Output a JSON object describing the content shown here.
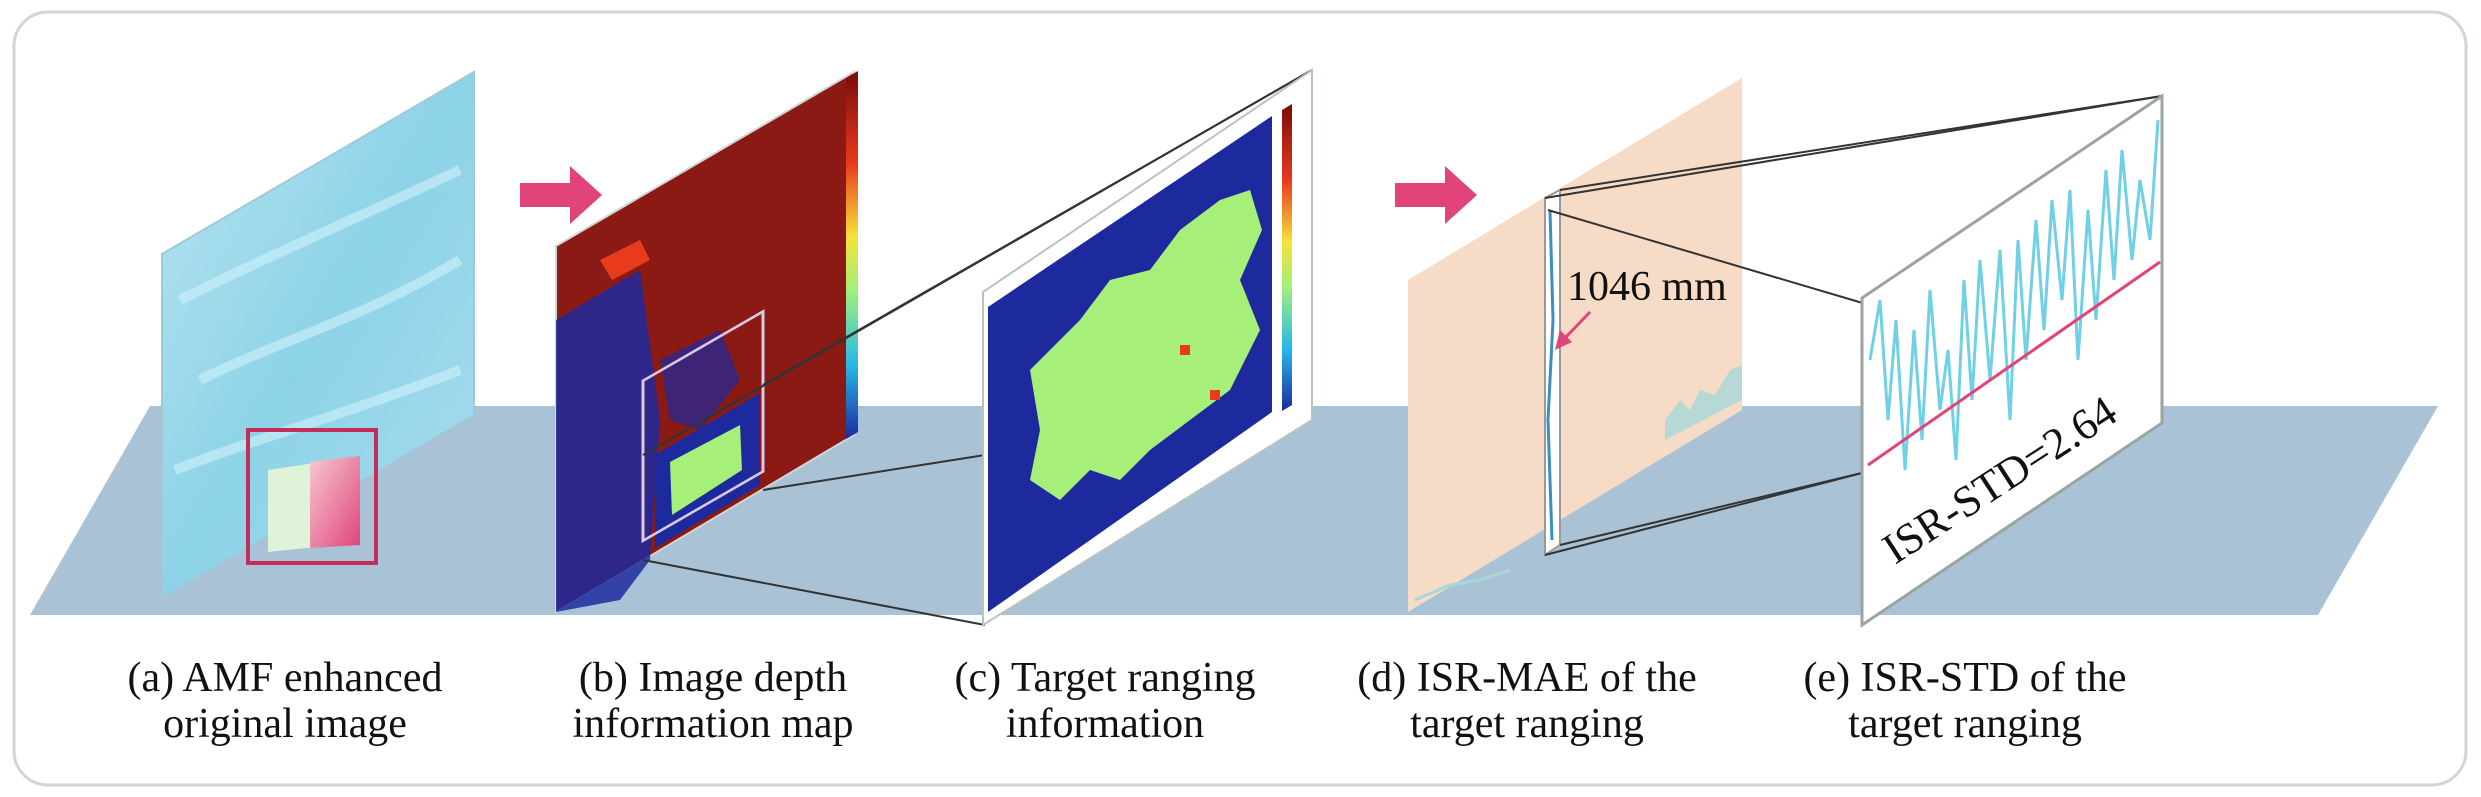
{
  "panels": [
    {
      "id": "a",
      "caption_line1": "(a) AMF enhanced",
      "caption_line2": "original image"
    },
    {
      "id": "b",
      "caption_line1": "(b) Image depth",
      "caption_line2": "information map"
    },
    {
      "id": "c",
      "caption_line1": "(c) Target ranging",
      "caption_line2": "information"
    },
    {
      "id": "d",
      "caption_line1": "(d) ISR-MAE of the",
      "caption_line2": "target ranging"
    },
    {
      "id": "e",
      "caption_line1": "(e) ISR-STD of the",
      "caption_line2": "target ranging"
    }
  ],
  "annotations": {
    "mae_value": "1046 mm",
    "std_value": "ISR-STD=2.64"
  },
  "colors": {
    "floor": "#a9c2d6",
    "arrow": "#e0447a",
    "frame_border": "#cfd6d3",
    "depth_bg": "#8b1a14",
    "depth_blue": "#1d2a9e",
    "target_green": "#a6f07a",
    "mae_panel": "#f6dcc6",
    "std_curve": "#6fd0e6",
    "std_line": "#e0447a"
  }
}
